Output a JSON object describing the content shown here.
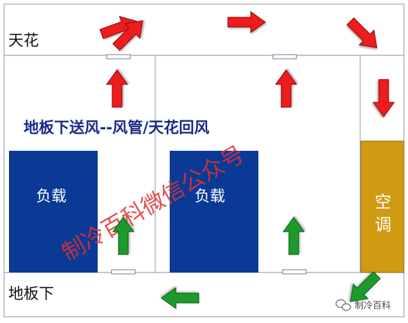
{
  "zones": {
    "ceiling_label": "天花",
    "floor_label": "地板下"
  },
  "title": "地板下送风--风管/天花回风",
  "loads": [
    {
      "label": "负载"
    },
    {
      "label": "负载"
    }
  ],
  "ac_unit": {
    "label_line1": "空",
    "label_line2": "调"
  },
  "watermark": "制冷百科微信公众号",
  "badge": {
    "text": "制冷百科",
    "icon": "wechat-bubble-icon"
  },
  "colors": {
    "load_blue": "#0a3a96",
    "ac_gold": "#d09a12",
    "supply_green": "#1a9a2a",
    "return_red": "#ee1a1a",
    "title_navy": "#1a2a88",
    "watermark_red": "#e03030",
    "frame": "#9aa6b4"
  }
}
